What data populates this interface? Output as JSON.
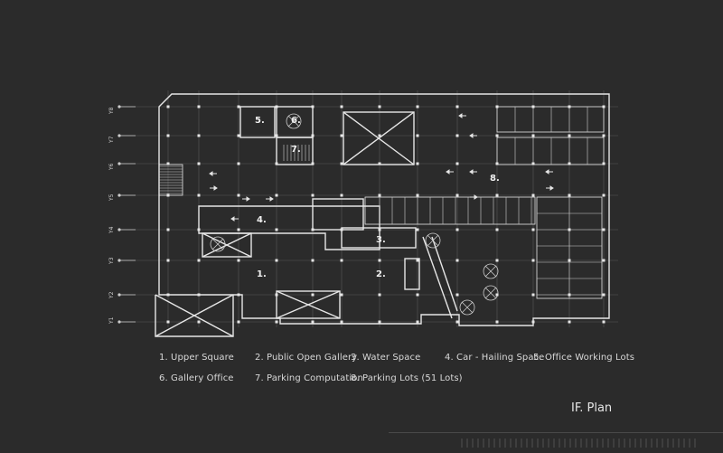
{
  "title": "IF. Plan",
  "grid_labels": [
    "Y8",
    "Y7",
    "Y6",
    "Y5",
    "Y4",
    "Y3",
    "Y2",
    "Y1"
  ],
  "room_labels": [
    "5.",
    "6.",
    "7.",
    "8.",
    "4.",
    "3.",
    "1.",
    "2."
  ],
  "legend": [
    "1. Upper Square",
    "2. Public Open Gallery",
    "3. Water Space",
    "4. Car - Hailing Space",
    "5. Office Working Lots",
    "6. Gallery Office",
    "7. Parking Computation",
    "8. Parking Lots (51 Lots)"
  ],
  "colors": {
    "background": "#2b2b2b",
    "line": "#e6e6e6",
    "dim_line": "#9a9a9a",
    "text": "#d8d8d8"
  }
}
